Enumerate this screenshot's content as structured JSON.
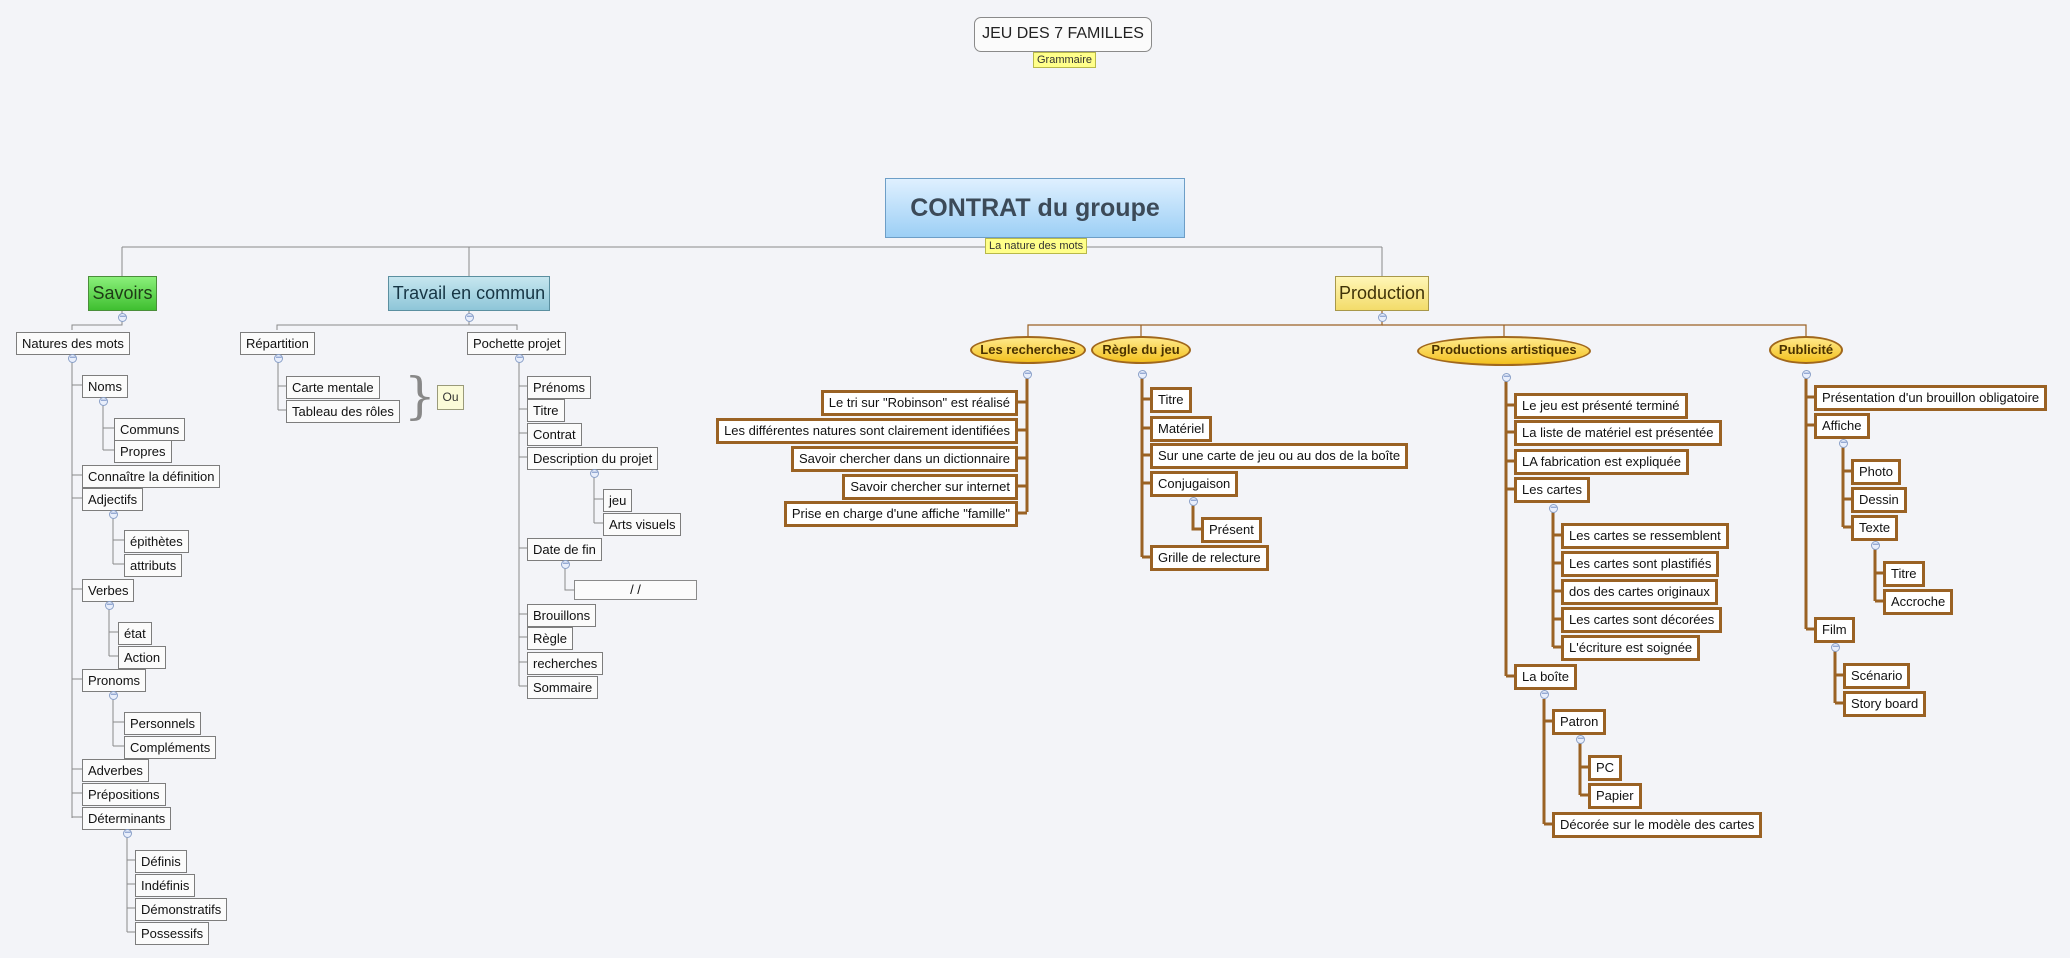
{
  "top": {
    "title": "JEU DES 7 FAMILLES",
    "note": "Grammaire"
  },
  "root": {
    "title": "CONTRAT du groupe",
    "note": "La nature des mots"
  },
  "savoirs": {
    "title": "Savoirs",
    "natures": "Natures des mots",
    "noms": "Noms",
    "communs": "Communs",
    "propres": "Propres",
    "definition": "Connaître la définition",
    "adjectifs": "Adjectifs",
    "epithetes": "épithètes",
    "attributs": "attributs",
    "verbes": "Verbes",
    "etat": "état",
    "action": "Action",
    "pronoms": "Pronoms",
    "personnels": "Personnels",
    "complements": "Compléments",
    "adverbes": "Adverbes",
    "prepositions": "Prépositions",
    "determinants": "Déterminants",
    "definis": "Définis",
    "indefinis": "Indéfinis",
    "demonstratifs": "Démonstratifs",
    "possessifs": "Possessifs"
  },
  "travail": {
    "title": "Travail en commun",
    "repartition": "Répartition",
    "carte_mentale": "Carte mentale",
    "tableau_roles": "Tableau des rôles",
    "ou": "Ou",
    "pochette": "Pochette projet",
    "prenoms": "Prénoms",
    "titre": "Titre",
    "contrat": "Contrat",
    "description": "Description du projet",
    "jeu": "jeu",
    "arts_visuels": "Arts visuels",
    "date_fin": "Date de fin",
    "date_value": "/        /",
    "brouillons": "Brouillons",
    "regle": "Règle",
    "recherches": "recherches",
    "sommaire": "Sommaire"
  },
  "production": {
    "title": "Production",
    "recherches": {
      "title": "Les recherches",
      "items": [
        "Le tri sur \"Robinson\" est réalisé",
        "Les différentes natures sont clairement identifiées",
        "Savoir chercher dans un dictionnaire",
        "Savoir chercher sur internet",
        "Prise en charge d'une affiche \"famille\""
      ]
    },
    "regle": {
      "title": "Règle du jeu",
      "titre": "Titre",
      "materiel": "Matériel",
      "sur_carte": "Sur une carte de jeu ou au dos de la boîte",
      "conjugaison": "Conjugaison",
      "present": "Présent",
      "grille": "Grille de relecture"
    },
    "artistiques": {
      "title": "Productions artistiques",
      "termine": "Le jeu est présenté terminé",
      "materiel": "La liste de matériel est présentée",
      "fabrication": "LA fabrication est expliquée",
      "cartes": "Les  cartes",
      "cartes_items": [
        "Les cartes se ressemblent",
        "Les cartes sont plastifiés",
        "dos des cartes originaux",
        "Les cartes sont décorées",
        "L'écriture est soignée"
      ],
      "boite": "La boîte",
      "patron": "Patron",
      "pc": "PC",
      "papier": "Papier",
      "decoree": "Décorée sur le modèle des cartes"
    },
    "publicite": {
      "title": "Publicité",
      "brouillon": "Présentation d'un brouillon obligatoire",
      "affiche": "Affiche",
      "photo": "Photo",
      "dessin": "Dessin",
      "texte": "Texte",
      "titre": "Titre",
      "accroche": "Accroche",
      "film": "Film",
      "scenario": "Scénario",
      "story_board": "Story board"
    }
  },
  "colors": {
    "brown_border": "#9a6224",
    "background": "#f3f4f8",
    "note_yellow": "#ffff8a"
  }
}
